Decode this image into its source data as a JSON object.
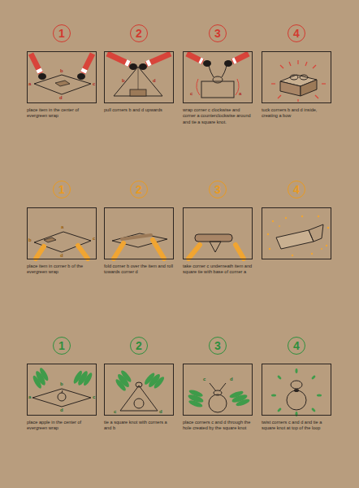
{
  "diagram": {
    "nodes": [
      {
        "text": [
          "1",
          "place item in the center of evergreen wrap"
        ]
      },
      {
        "text": [
          "2",
          "pull corners b and d upwards"
        ]
      },
      {
        "text": [
          "3",
          "wrap corner c clockwise and corner a counterclockwise around and tie a square knot."
        ]
      },
      {
        "text": [
          "4",
          "tuck corners b and d inside, creating a bow"
        ]
      },
      {
        "text": [
          "1",
          "place item in corner b of the evergreen wrap"
        ]
      },
      {
        "text": [
          "2",
          "fold corner b over the item and roll towards corner d"
        ]
      },
      {
        "text": [
          "3",
          "take corner c underneath item and square tie with base of corner a"
        ]
      },
      {
        "text": [
          "4"
        ]
      },
      {
        "text": [
          "1",
          "place apple in the center of evergreen wrap"
        ]
      },
      {
        "text": [
          "2",
          "tie a square knot with corners a and b"
        ]
      },
      {
        "text": [
          "3",
          "place corners c and d through the hole created by the square knot"
        ]
      },
      {
        "text": [
          "4",
          "twist corners c and d and tie a square knot at top of the loop"
        ]
      }
    ],
    "labels": [
      "a",
      "b",
      "c",
      "d",
      "b",
      "d",
      "c",
      "a",
      "a",
      "b",
      "c",
      "d",
      "a",
      "b",
      "c",
      "d",
      "c",
      "d",
      "c",
      "d"
    ]
  }
}
